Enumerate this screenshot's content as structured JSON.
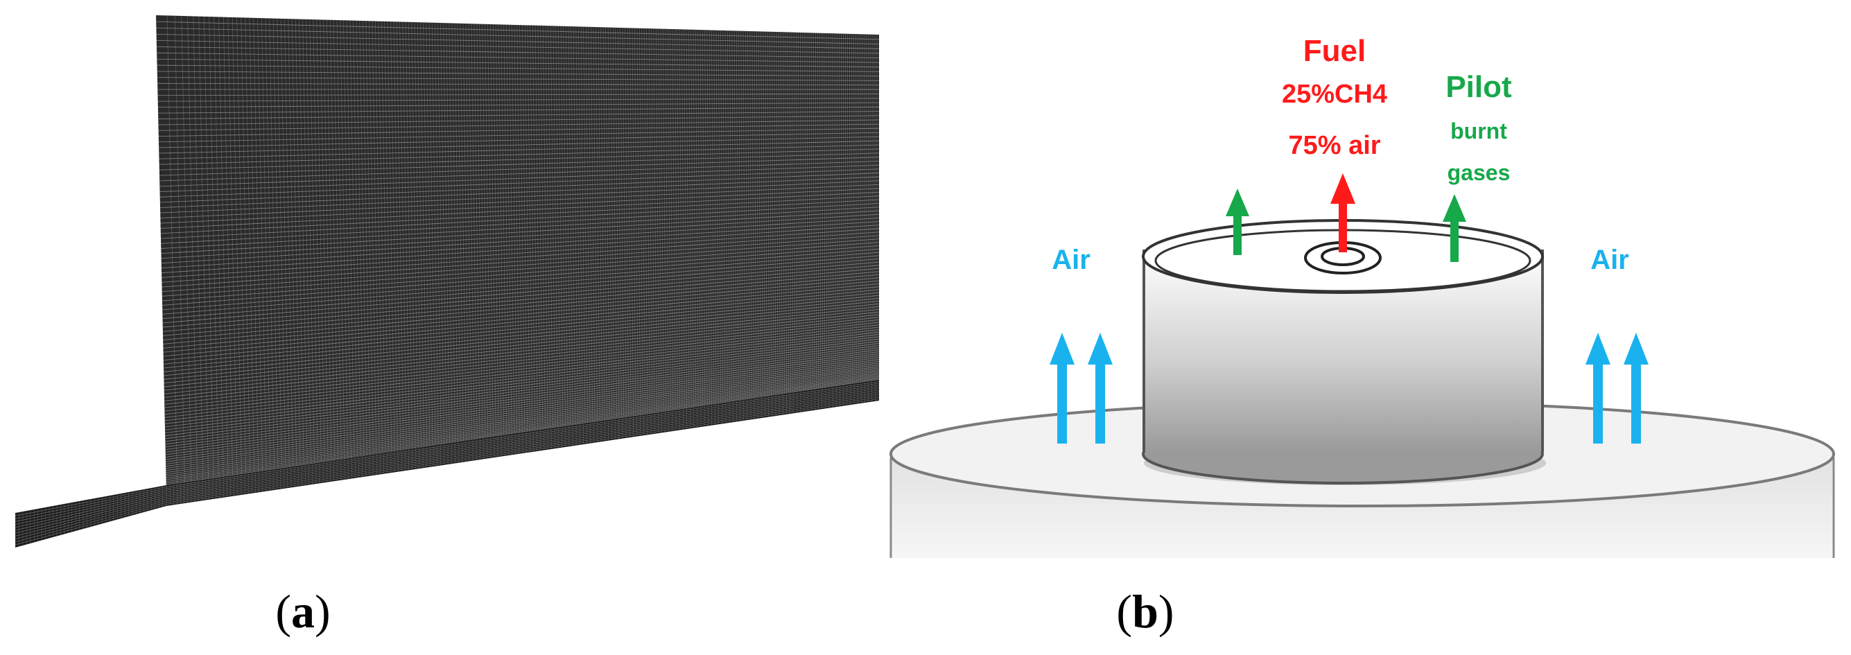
{
  "panel_a": {
    "caption": {
      "open": "(",
      "letter": "a",
      "close": ")"
    }
  },
  "panel_b": {
    "caption": {
      "open": "(",
      "letter": "b",
      "close": ")"
    },
    "fuel": {
      "title": "Fuel",
      "line1": "25%CH4",
      "line2": "75% air"
    },
    "pilot": {
      "title": "Pilot",
      "line1": "burnt",
      "line2": "gases"
    },
    "air_left": "Air",
    "air_right": "Air"
  },
  "colors": {
    "fuel": "#ff1a1a",
    "pilot": "#17a84a",
    "air": "#1ab2ee",
    "mesh_fill": "#2a2a2a",
    "mesh_line": "#bdbdbd"
  }
}
